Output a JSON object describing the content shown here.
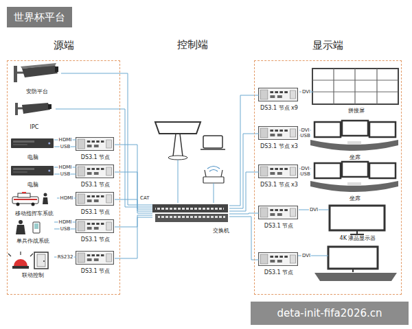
{
  "diagram": {
    "nodes": [
      {
        "text": [
          "源端"
        ]
      },
      {
        "text": [
          "安防平台"
        ],
        "in": 0
      },
      {
        "text": [
          "IPC"
        ],
        "in": 0
      },
      {
        "text": [
          "电脑"
        ],
        "in": 0
      },
      {
        "text": [
          "DS3.1 节点"
        ],
        "in": 0
      },
      {
        "text": [
          "电脑"
        ],
        "in": 0
      },
      {
        "text": [
          "DS3.1 节点"
        ],
        "in": 0
      },
      {
        "text": [
          "移动指挥车系统"
        ],
        "in": 0
      },
      {
        "text": [
          "DS3.1 节点"
        ],
        "in": 0
      },
      {
        "text": [
          "单兵作战系统"
        ],
        "in": 0
      },
      {
        "text": [
          "DS3.1 节点"
        ],
        "in": 0
      },
      {
        "text": [
          "联动控制"
        ],
        "in": 0
      },
      {
        "text": [
          "DS3.1 节点"
        ],
        "in": 0
      },
      {
        "text": [
          "交换机"
        ]
      },
      {
        "text": [
          "显示端"
        ]
      },
      {
        "text": [
          "DS3.1 节点 x9"
        ],
        "in": 14
      },
      {
        "text": [
          "拼接屏"
        ],
        "in": 14
      },
      {
        "text": [
          "DS3.1 节点 x3"
        ],
        "in": 14
      },
      {
        "text": [
          "坐席"
        ],
        "in": 14
      },
      {
        "text": [
          "DS3.1 节点 x3"
        ],
        "in": 14
      },
      {
        "text": [
          "坐席"
        ],
        "in": 14
      },
      {
        "text": [
          "DS3.1 节点"
        ],
        "in": 14
      },
      {
        "text": [
          "4K 液晶显示器"
        ],
        "in": 14
      },
      {
        "text": [
          "DS3.1 节点"
        ],
        "in": 14
      }
    ],
    "edges": [
      {
        "from": 3,
        "to": 4,
        "label": "HDMI",
        "arrow": "none"
      },
      {
        "from": 3,
        "to": 4,
        "label": "USB",
        "arrow": "none"
      },
      {
        "from": 5,
        "to": 6,
        "label": "HDMI",
        "arrow": "none"
      },
      {
        "from": 5,
        "to": 6,
        "label": "USB",
        "arrow": "none"
      },
      {
        "from": 7,
        "to": 8,
        "label": "HDMI",
        "arrow": "none"
      },
      {
        "from": 9,
        "to": 10,
        "label": "HDMI",
        "arrow": "none"
      },
      {
        "from": 9,
        "to": 10,
        "label": "USB",
        "arrow": "none"
      },
      {
        "from": 11,
        "to": 12,
        "label": "RS232",
        "arrow": "none"
      },
      {
        "from": 1,
        "to": 13,
        "arrow": "none"
      },
      {
        "from": 2,
        "to": 13,
        "arrow": "none"
      },
      {
        "from": 4,
        "to": 13,
        "arrow": "none"
      },
      {
        "from": 6,
        "to": 13,
        "arrow": "none"
      },
      {
        "from": 8,
        "to": 13,
        "arrow": "none"
      },
      {
        "from": 10,
        "to": 13,
        "arrow": "none"
      },
      {
        "from": 12,
        "to": 13,
        "arrow": "none"
      },
      {
        "from": 13,
        "to": 15,
        "arrow": "none"
      },
      {
        "from": 13,
        "to": 17,
        "arrow": "none"
      },
      {
        "from": 13,
        "to": 19,
        "arrow": "none"
      },
      {
        "from": 13,
        "to": 21,
        "arrow": "none"
      },
      {
        "from": 13,
        "to": 23,
        "arrow": "none"
      },
      {
        "from": 15,
        "to": 16,
        "label": "DVI",
        "arrow": "none"
      },
      {
        "from": 17,
        "to": 18,
        "label": "DVI",
        "arrow": "none"
      },
      {
        "from": 17,
        "to": 18,
        "label": "USB",
        "arrow": "none"
      },
      {
        "from": 19,
        "to": 20,
        "label": "DVI",
        "arrow": "none"
      },
      {
        "from": 19,
        "to": 20,
        "label": "USB",
        "arrow": "none"
      },
      {
        "from": 21,
        "to": 22,
        "label": "DVI",
        "arrow": "none"
      }
    ],
    "labels": [
      "世界杯平台",
      "控制端",
      "CAT",
      "DVI",
      "deta-init-fifa2026.cn"
    ]
  }
}
